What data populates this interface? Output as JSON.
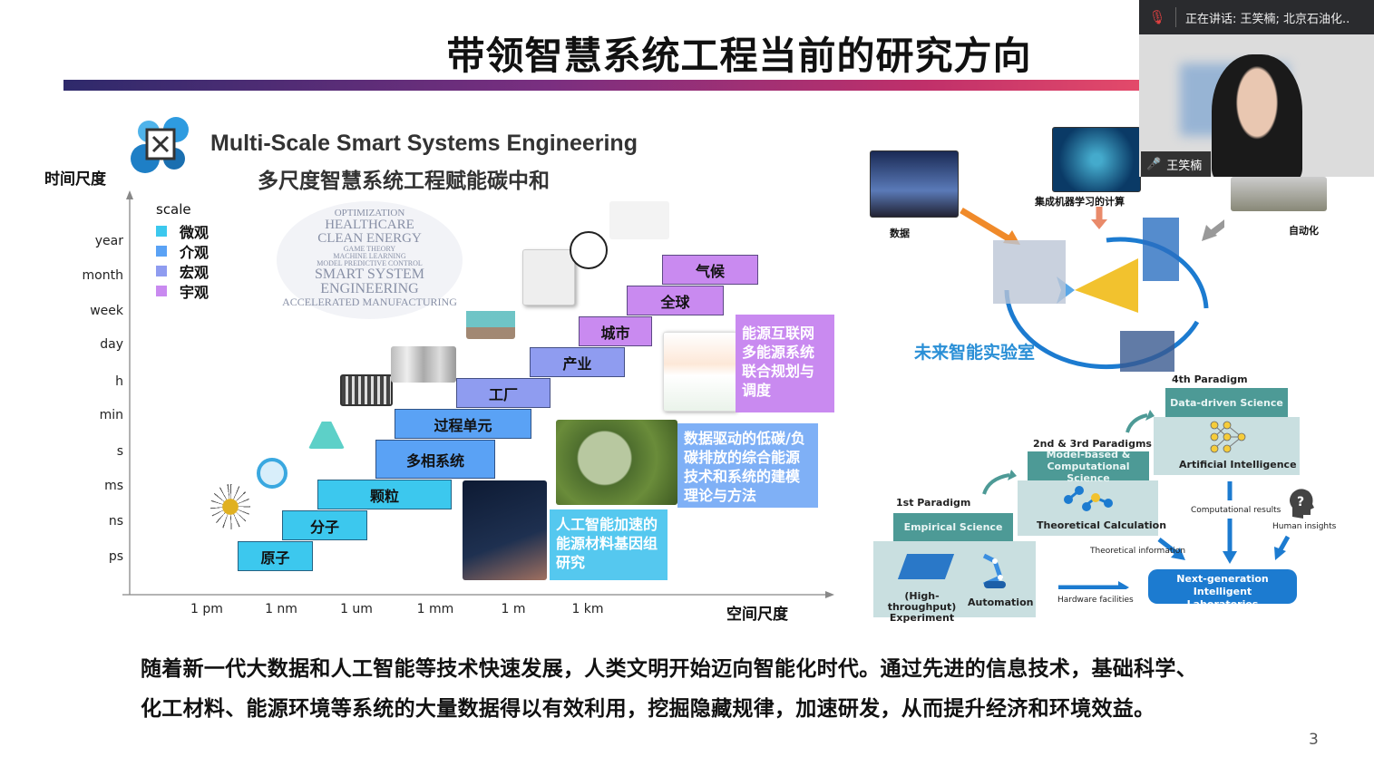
{
  "slide": {
    "title": "带领智慧系统工程当前的研究方向",
    "ms_title": "Multi-Scale Smart Systems Engineering",
    "ms_subtitle": "多尺度智慧系统工程赋能碳中和",
    "time_axis_label": "时间尺度",
    "space_axis_label": "空间尺度",
    "time_ticks": [
      "year",
      "month",
      "week",
      "day",
      "h",
      "min",
      "s",
      "ms",
      "ns",
      "ps"
    ],
    "space_ticks": [
      "1 pm",
      "1 nm",
      "1 um",
      "1 mm",
      "1 m",
      "1 km"
    ],
    "legend": {
      "title": "scale",
      "items": [
        {
          "label": "微观",
          "color": "#3cc8ee"
        },
        {
          "label": "介观",
          "color": "#5aa2f5"
        },
        {
          "label": "宏观",
          "color": "#8f9cf0"
        },
        {
          "label": "宇观",
          "color": "#c98af0"
        }
      ]
    },
    "steps": [
      "原子",
      "分子",
      "颗粒",
      "多相系统",
      "过程单元",
      "工厂",
      "产业",
      "城市",
      "全球",
      "气候"
    ],
    "word_cloud": [
      "OPTIMIZATION",
      "HEALTHCARE",
      "CLEAN ENERGY",
      "GAME THEORY",
      "MACHINE LEARNING",
      "MODEL PREDICTIVE CONTROL",
      "SMART SYSTEM ENGINEERING",
      "ACCELERATED MANUFACTURING"
    ],
    "boxes": {
      "energy_internet": "能源互联网多能源系统联合规划与调度",
      "low_carbon": "数据驱动的低碳/负碳排放的综合能源技术和系统的建模理论与方法",
      "ai_materials": "人工智能加速的能源材料基因组研究"
    },
    "lab": {
      "label": "未来智能实验室",
      "data": "数据",
      "ml": "集成机器学习的计算",
      "automation": "自动化"
    },
    "paradigms": {
      "p4": "4th Paradigm",
      "p4_box": "Data-driven Science",
      "p4_body": "Artificial Intelligence",
      "p23": "2nd & 3rd Paradigms",
      "p23_box": "Model-based & Computational Science",
      "p23_body": "Theoretical Calculation",
      "p1": "1st Paradigm",
      "p1_box": "Empirical Science",
      "p1_exp": "(High-throughput) Experiment",
      "p1_auto": "Automation",
      "hardware": "Hardware facilities",
      "theoretical_info": "Theoretical information",
      "comp_results": "Computational results",
      "human": "Human insights",
      "nextgen": "Next-generation Intelligent Laboratories"
    },
    "paragraph": [
      "随着新一代大数据和人工智能等技术快速发展，人类文明开始迈向智能化时代。通过先进的信息技术，基础科学、",
      "化工材料、能源环境等系统的大量数据得以有效利用，挖掘隐藏规律，加速研发，从而提升经济和环境效益。"
    ],
    "page_number": "3"
  },
  "video": {
    "speaking_label": "正在讲话:  王笑楠; 北京石油化..",
    "participant": "王笑楠"
  }
}
